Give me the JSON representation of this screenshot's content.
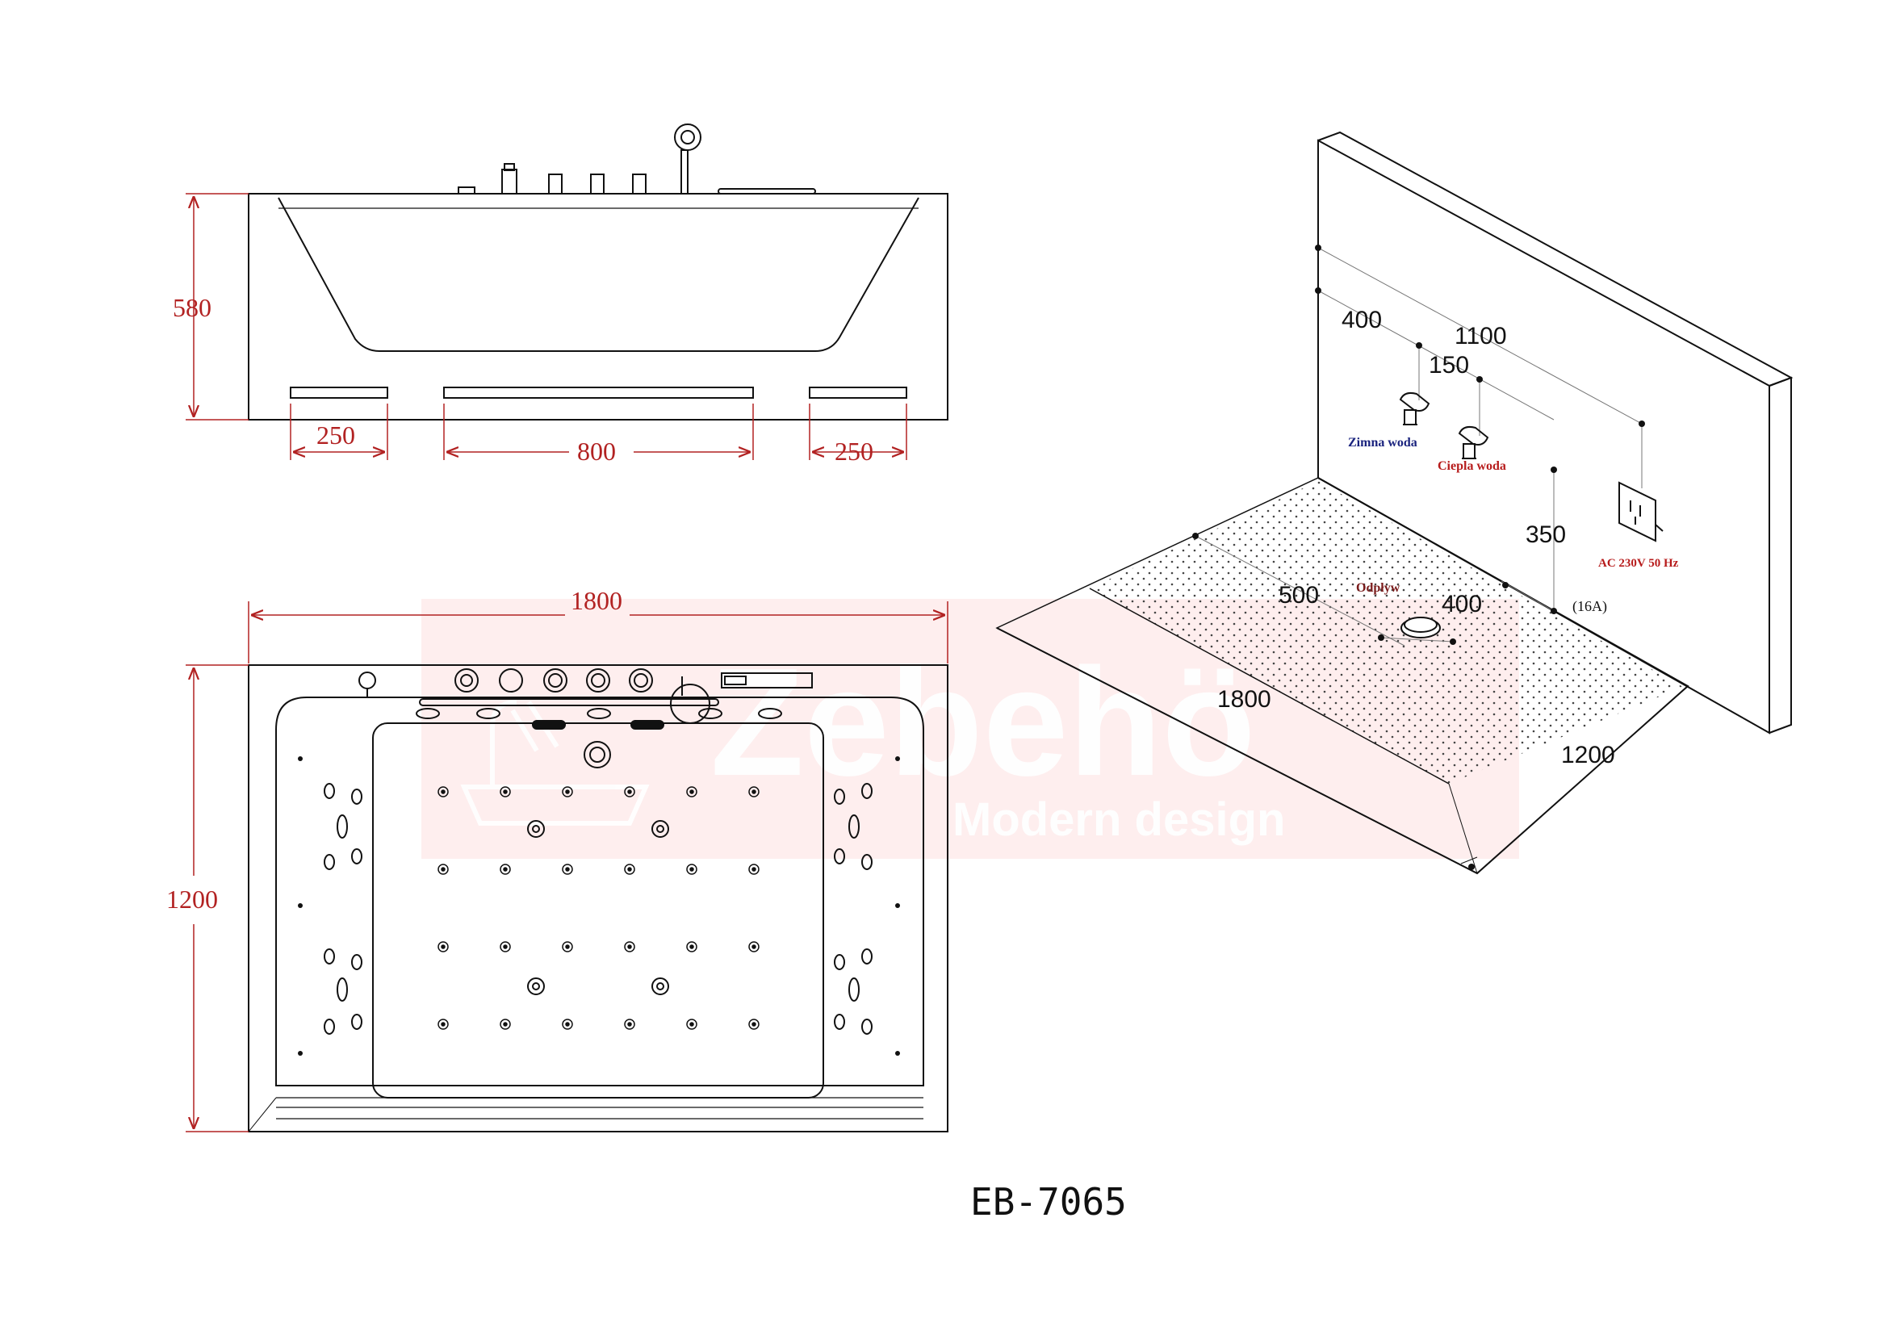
{
  "watermark": {
    "brand": "Zebehö",
    "tagline": "Modern design"
  },
  "side_view": {
    "height": "580",
    "foot_left": "250",
    "foot_center": "800",
    "foot_right": "250"
  },
  "top_view": {
    "length": "1800",
    "width": "1200"
  },
  "iso_view": {
    "dim_400_top": "400",
    "dim_1100": "1100",
    "dim_150": "150",
    "cold_water": "Zimna woda",
    "hot_water": "Ciepla woda",
    "dim_350": "350",
    "power": "AC 230V 50 Hz",
    "fuse": "(16A)",
    "dim_500": "500",
    "drain": "Odpływ",
    "dim_400_drain": "400",
    "floor_length": "1800",
    "floor_width": "1200"
  },
  "model": "EB-7065",
  "colors": {
    "dimension": "#b22222",
    "cold": "#1a237e",
    "hot": "#b71c1c",
    "watermark": "#f6c9c9"
  }
}
